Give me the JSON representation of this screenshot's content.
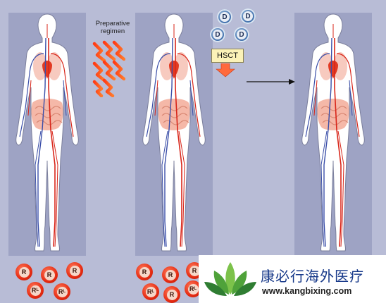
{
  "labels": {
    "preparative_regimen": "Preparative regimen",
    "hsct": "HSCT"
  },
  "cells": {
    "donor_label": "D",
    "recipient_label": "R",
    "recipient_l_label": "R",
    "recipient_l_subscript": "L"
  },
  "watermark": {
    "chinese_text": "康必行海外医疗",
    "url": "www.kangbixing.com"
  },
  "colors": {
    "background": "#b8bcd6",
    "panel": "#9ea3c4",
    "artery": "#d8261a",
    "vein": "#3a4ea8",
    "recipient_cell": "#e62b12",
    "donor_cell": "#4a78b2",
    "hsct_box": "#fbf2b8"
  }
}
